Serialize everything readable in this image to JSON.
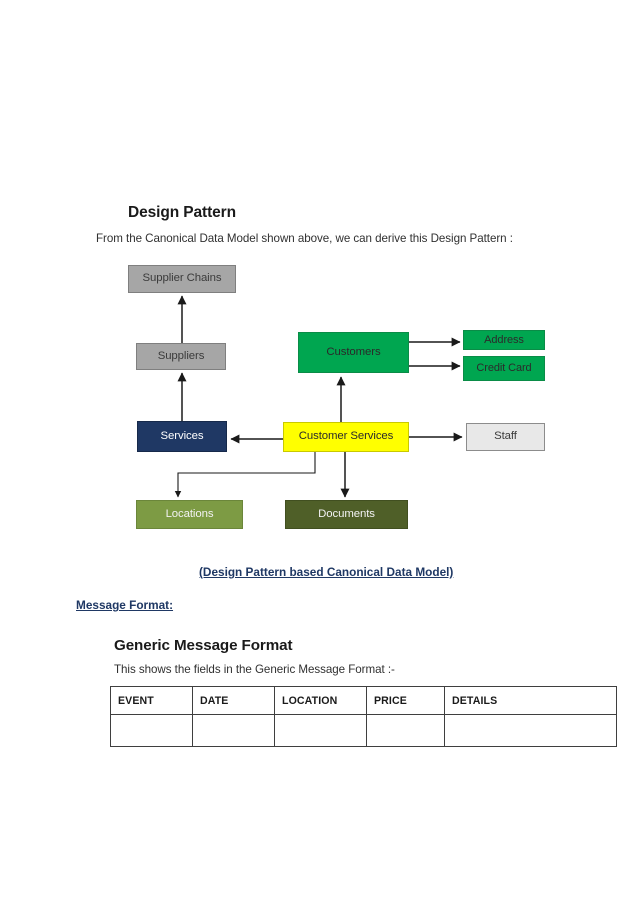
{
  "document": {
    "section_title": "Design Pattern",
    "section_intro": "From the Canonical Data Model shown above, we can derive this Design Pattern  :",
    "diagram_caption": "(Design Pattern based Canonical Data Model)",
    "message_format_label": "Message Format:",
    "generic_title": "Generic Message Format",
    "generic_intro": "This shows the fields in the Generic Message Format :-"
  },
  "diagram": {
    "nodes": [
      {
        "id": "supplier-chains",
        "label": "Supplier Chains",
        "fill": "#a6a6a6",
        "border": "#7f7f7f",
        "text": "#3b3b3b"
      },
      {
        "id": "suppliers",
        "label": "Suppliers",
        "fill": "#a6a6a6",
        "border": "#7f7f7f",
        "text": "#3b3b3b"
      },
      {
        "id": "customers",
        "label": "Customers",
        "fill": "#00a650",
        "border": "#0a8c47",
        "text": "#2a2a2a"
      },
      {
        "id": "address",
        "label": "Address",
        "fill": "#00a650",
        "border": "#0a8c47",
        "text": "#2b2b2b"
      },
      {
        "id": "credit-card",
        "label": "Credit Card",
        "fill": "#00a650",
        "border": "#0a8c47",
        "text": "#2b2b2b"
      },
      {
        "id": "services",
        "label": "Services",
        "fill": "#1f3864",
        "border": "#16294a",
        "text": "#ffffff"
      },
      {
        "id": "customer-services",
        "label": "Customer Services",
        "fill": "#ffff00",
        "border": "#c9c900",
        "text": "#2b2b2b"
      },
      {
        "id": "staff",
        "label": "Staff",
        "fill": "#e8e8e8",
        "border": "#8c8c8c",
        "text": "#3b3b3b"
      },
      {
        "id": "locations",
        "label": "Locations",
        "fill": "#7d9b44",
        "border": "#6b863a",
        "text": "#f2f2f2"
      },
      {
        "id": "documents",
        "label": "Documents",
        "fill": "#4f5f28",
        "border": "#414f20",
        "text": "#f2f2f2"
      }
    ],
    "edges": [
      {
        "from": "services",
        "to": "suppliers",
        "direction": "up"
      },
      {
        "from": "suppliers",
        "to": "supplier-chains",
        "direction": "up"
      },
      {
        "from": "customer-services",
        "to": "customers",
        "direction": "up"
      },
      {
        "from": "customers",
        "to": "address",
        "direction": "right"
      },
      {
        "from": "customers",
        "to": "credit-card",
        "direction": "right"
      },
      {
        "from": "customer-services",
        "to": "services",
        "direction": "left"
      },
      {
        "from": "customer-services",
        "to": "staff",
        "direction": "right"
      },
      {
        "from": "customer-services",
        "to": "locations",
        "direction": "down-elbow"
      },
      {
        "from": "customer-services",
        "to": "documents",
        "direction": "down"
      }
    ],
    "arrow_color": "#1a1a1a"
  },
  "message_table": {
    "headers": [
      "EVENT",
      "DATE",
      "LOCATION",
      "PRICE",
      "DETAILS"
    ],
    "rows": [
      [
        "",
        "",
        "",
        "",
        ""
      ]
    ]
  }
}
